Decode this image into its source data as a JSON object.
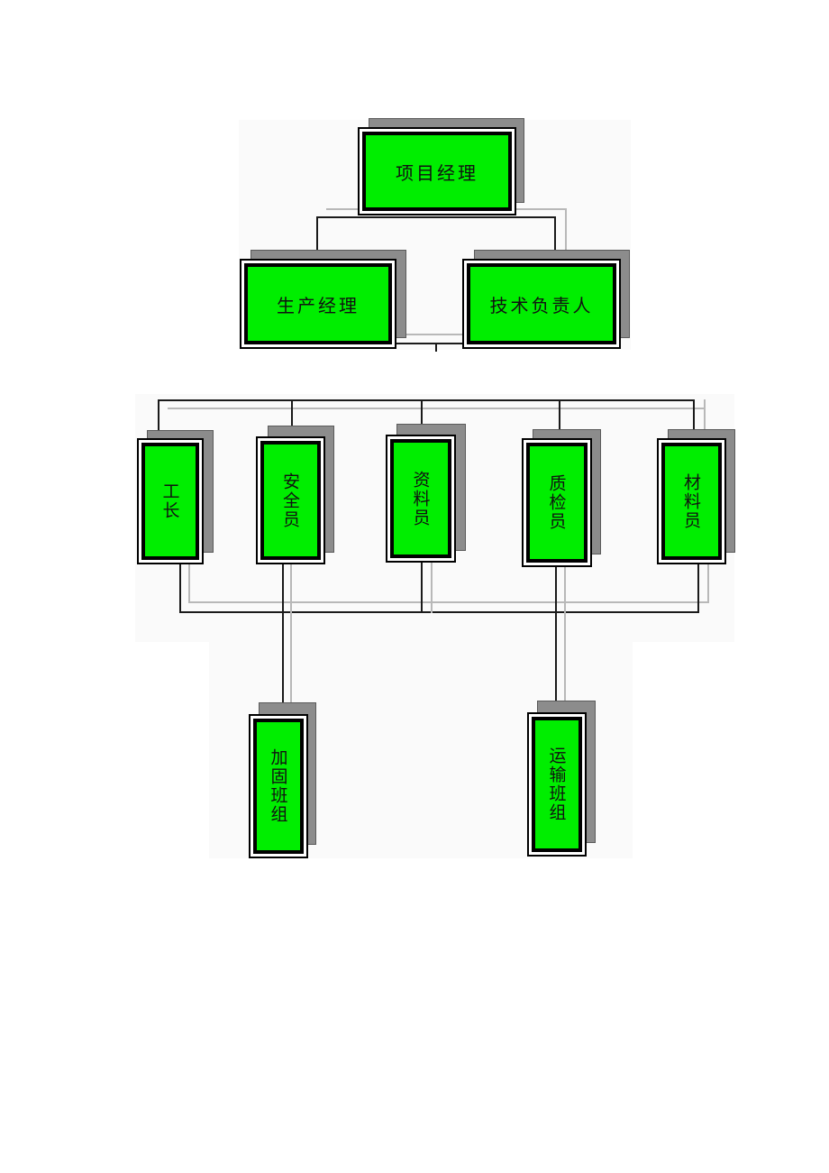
{
  "chart": {
    "root": {
      "label": "项目经理"
    },
    "level2": [
      {
        "label": "生产经理"
      },
      {
        "label": "技术负责人"
      }
    ],
    "staff": [
      {
        "label": "工长"
      },
      {
        "label": "安全员"
      },
      {
        "label": "资料员"
      },
      {
        "label": "质检员"
      },
      {
        "label": "材料员"
      }
    ],
    "teams": [
      {
        "label": "加固班组"
      },
      {
        "label": "运输班组"
      }
    ]
  },
  "colors": {
    "box_fill": "#00ee00",
    "border": "#000000",
    "shadow": "#8c8c8c"
  }
}
